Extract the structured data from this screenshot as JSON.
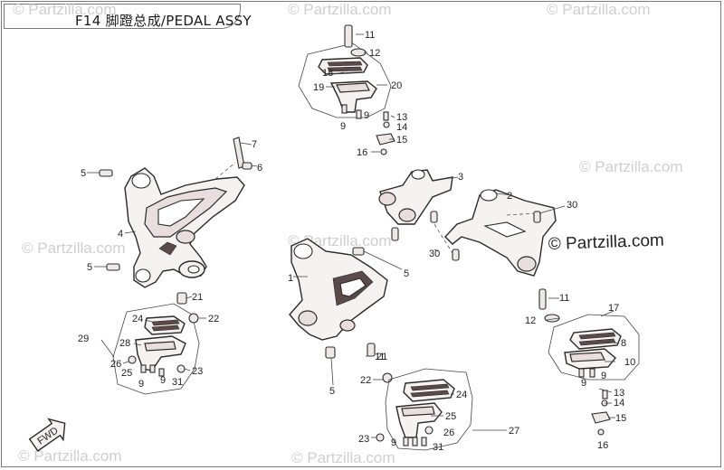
{
  "title": "F14 脚蹬总成/PEDAL ASSY",
  "watermarks": [
    "© Partzilla.com",
    "© Partzilla.com",
    "© Partzilla.com",
    "© Partzilla.com",
    "© Partzilla.com",
    "© Partzilla.com",
    "© Partzilla.com",
    "© Partzilla.com"
  ],
  "main_watermark": "© Partzilla.com",
  "fwd_label": "FWD",
  "callouts": [
    "1",
    "2",
    "3",
    "4",
    "5",
    "5",
    "5",
    "5",
    "6",
    "7",
    "8",
    "9",
    "9",
    "9",
    "9",
    "9",
    "9",
    "9",
    "10",
    "11",
    "11",
    "11",
    "12",
    "12",
    "13",
    "13",
    "14",
    "14",
    "15",
    "15",
    "16",
    "16",
    "17",
    "18",
    "19",
    "20",
    "21",
    "21",
    "22",
    "22",
    "23",
    "23",
    "24",
    "24",
    "25",
    "25",
    "26",
    "26",
    "27",
    "28",
    "29",
    "30",
    "30",
    "31",
    "31"
  ],
  "colors": {
    "line": "#2a2a2a",
    "part_fill": "#f7f2f2",
    "watermark": "#cfcfcf"
  }
}
